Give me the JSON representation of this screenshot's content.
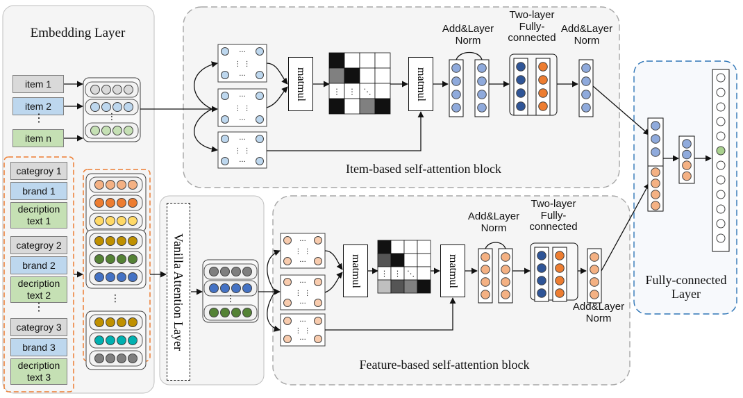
{
  "embedding": {
    "title": "Embedding Layer",
    "items": [
      "item 1",
      "item 2",
      "item n"
    ],
    "products": [
      {
        "category": "categroy 1",
        "brand": "brand 1",
        "description": "decription text 1"
      },
      {
        "category": "categroy 2",
        "brand": "brand 2",
        "description": "decription text 2"
      },
      {
        "category": "categroy 3",
        "brand": "brand 3",
        "description": "decription text 3"
      }
    ]
  },
  "item_block": {
    "title": "Item-based self-attention block",
    "matmul1": "matmul",
    "matmul2": "matmul",
    "norm1": "Add&Layer Norm",
    "ffn": "Two-layer Fully-connected",
    "norm2": "Add&Layer Norm"
  },
  "feature_block": {
    "title": "Feature-based self-attention block",
    "matmul1": "matmul",
    "matmul2": "matmul",
    "norm1": "Add&Layer Norm",
    "ffn": "Two-layer Fully-connected",
    "norm2": "Add&Layer Norm"
  },
  "vanilla": {
    "title": "Vanilla Attention Layer"
  },
  "fc_layer": {
    "title": "Fully-connected Layer"
  },
  "colors": {
    "gray": "#d9d9d9",
    "blue": "#bdd7ee",
    "green": "#c5e0b4",
    "mid_blue": "#8faadc",
    "dark_blue": "#2f5597",
    "orange": "#ed7d31",
    "peach": "#f4b183",
    "pale_peach": "#f8cbad",
    "yellow": "#ffd966",
    "olive": "#bf9000",
    "forest": "#548235",
    "navy": "#4472c4",
    "teal": "#00b0b0",
    "dark_gray": "#7f7f7f",
    "dashed_orange": "#ed7d31",
    "dashed_blue": "#2e75b6"
  }
}
